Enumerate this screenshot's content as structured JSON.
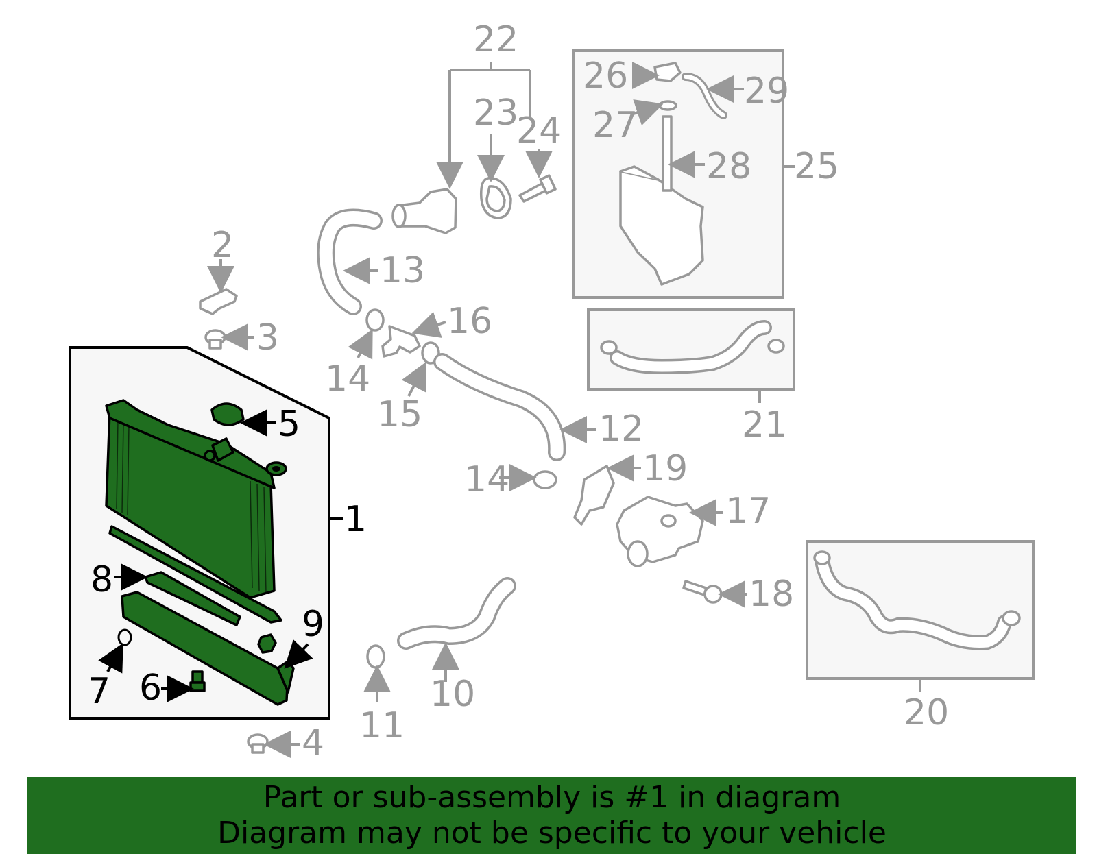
{
  "diagram": {
    "highlight_color": "#1f6e1f",
    "callouts": {
      "c1": "1",
      "c2": "2",
      "c3": "3",
      "c4": "4",
      "c5": "5",
      "c6": "6",
      "c7": "7",
      "c8": "8",
      "c9": "9",
      "c10": "10",
      "c11": "11",
      "c12": "12",
      "c13": "13",
      "c14a": "14",
      "c14b": "14",
      "c15": "15",
      "c16": "16",
      "c17": "17",
      "c18": "18",
      "c19": "19",
      "c20": "20",
      "c21": "21",
      "c22": "22",
      "c23": "23",
      "c24": "24",
      "c25": "25",
      "c26": "26",
      "c27": "27",
      "c28": "28",
      "c29": "29"
    }
  },
  "banner": {
    "line1": "Part or sub-assembly is #1 in diagram",
    "line2": "Diagram may not be specific to your vehicle"
  }
}
